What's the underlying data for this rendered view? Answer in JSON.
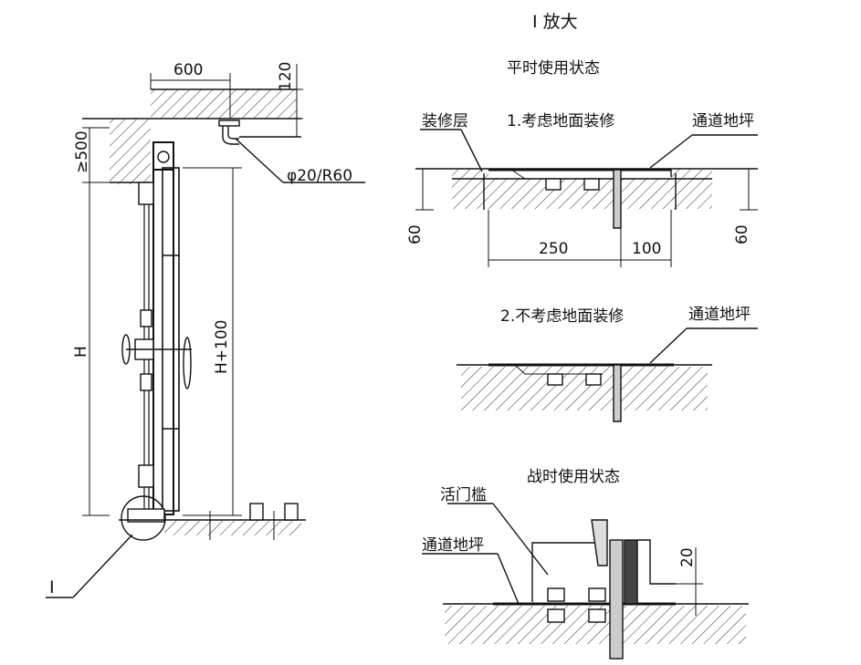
{
  "title": "I 放大",
  "detail_marker": "I",
  "left_elevation": {
    "dim_width": "600",
    "dim_top": "120",
    "dim_min_gap": "≥500",
    "pipe_note": "φ20/R60",
    "dim_height": "H",
    "dim_height_plus": "H+100"
  },
  "normal_state": {
    "heading": "平时使用状态",
    "case1_title": "1.考虑地面装修",
    "finish_layer_label": "装修层",
    "channel_floor_label": "通道地坪",
    "dim_left_60": "60",
    "dim_right_60": "60",
    "dim_250": "250",
    "dim_100": "100",
    "case2_title": "2.不考虑地面装修",
    "case2_floor_label": "通道地坪"
  },
  "war_state": {
    "heading": "战时使用状态",
    "threshold_label": "活门槛",
    "floor_label": "通道地坪",
    "dim_20": "20"
  }
}
